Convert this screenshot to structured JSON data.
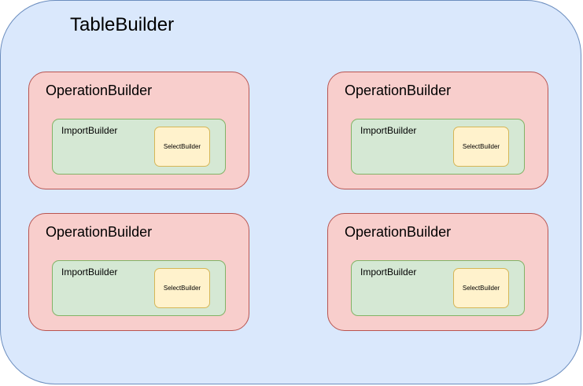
{
  "table": {
    "title": "TableBuilder"
  },
  "operations": [
    {
      "title": "OperationBuilder",
      "import": {
        "title": "ImportBuilder",
        "select": "SelectBuilder"
      }
    },
    {
      "title": "OperationBuilder",
      "import": {
        "title": "ImportBuilder",
        "select": "SelectBuilder"
      }
    },
    {
      "title": "OperationBuilder",
      "import": {
        "title": "ImportBuilder",
        "select": "SelectBuilder"
      }
    },
    {
      "title": "OperationBuilder",
      "import": {
        "title": "ImportBuilder",
        "select": "SelectBuilder"
      }
    }
  ],
  "colors": {
    "table_fill": "#dae8fc",
    "table_stroke": "#6c8ebf",
    "operation_fill": "#f8cecc",
    "operation_stroke": "#b85450",
    "import_fill": "#d5e8d4",
    "import_stroke": "#82b366",
    "select_fill": "#fff2cc",
    "select_stroke": "#d6b656"
  }
}
